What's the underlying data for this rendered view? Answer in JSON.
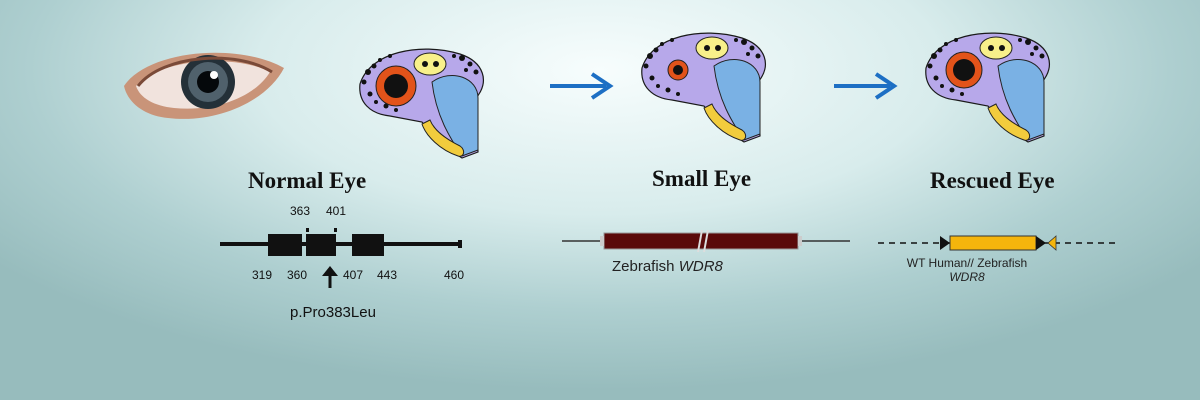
{
  "panels": {
    "normal": {
      "heading": "Normal Eye",
      "exon_positions": {
        "top": [
          "363",
          "401"
        ],
        "bottom": [
          "319",
          "360",
          "407",
          "443",
          "460"
        ]
      },
      "mutation": "p.Pro383Leu"
    },
    "small": {
      "heading": "Small Eye",
      "gene_prefix": "Zebrafish",
      "gene_name": "WDR8"
    },
    "rescued": {
      "heading": "Rescued Eye",
      "construct_line1": "WT Human// Zebrafish",
      "construct_line2": "WDR8"
    }
  },
  "colors": {
    "fish_head": "#b7a8ea",
    "eye_ring": "#e2531a",
    "yolk": "#7ab1e4",
    "jaw": "#f2cc3d",
    "arrow": "#1d6fc4",
    "small_eye_bar": "#5a0a0a",
    "rescue_bar": "#f5b50c"
  },
  "icons": [
    "human-eye-icon",
    "zebrafish-head-icon",
    "right-arrow-icon"
  ]
}
